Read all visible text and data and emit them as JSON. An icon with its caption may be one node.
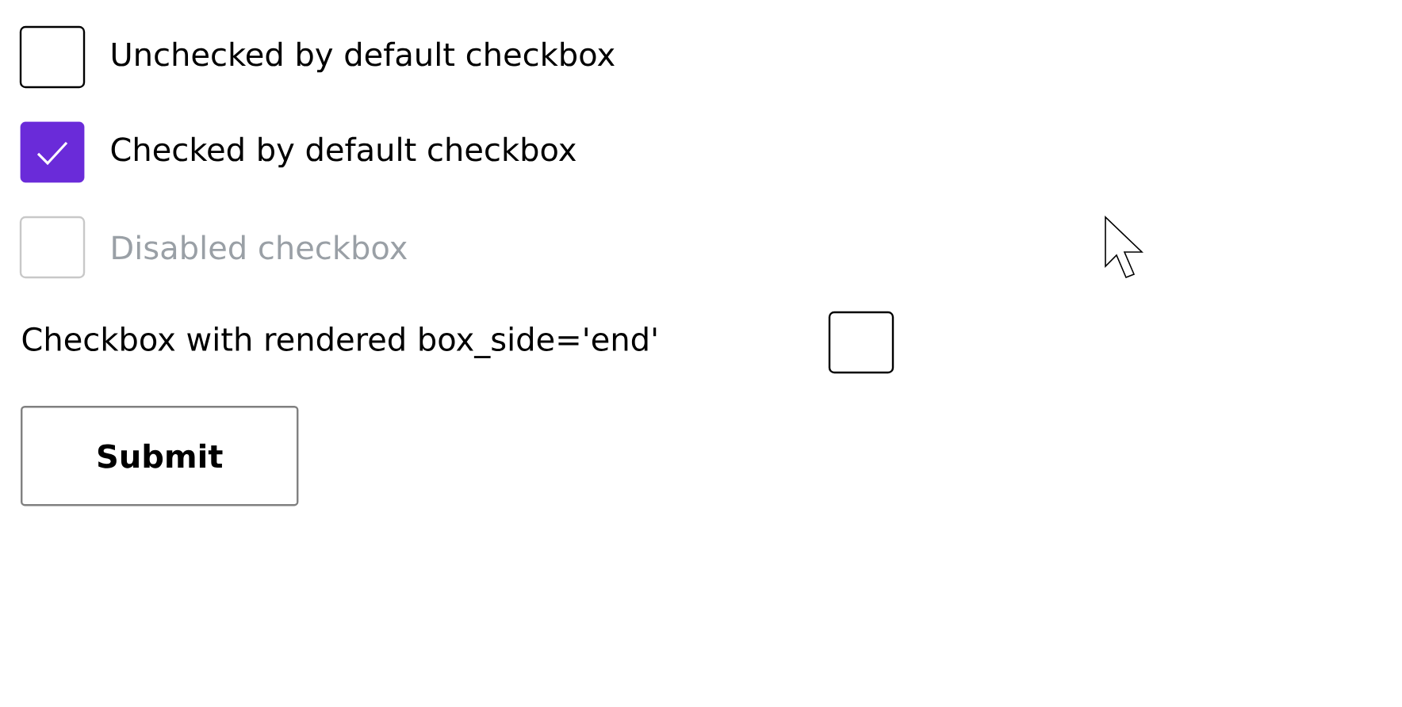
{
  "diagram": {
    "nodes": [
      {
        "text": [
          "Submit"
        ]
      }
    ],
    "labels": [
      "Unchecked by default checkbox",
      "Checked by default checkbox",
      "Disabled checkbox",
      "Checkbox with rendered box_side='end'"
    ]
  }
}
